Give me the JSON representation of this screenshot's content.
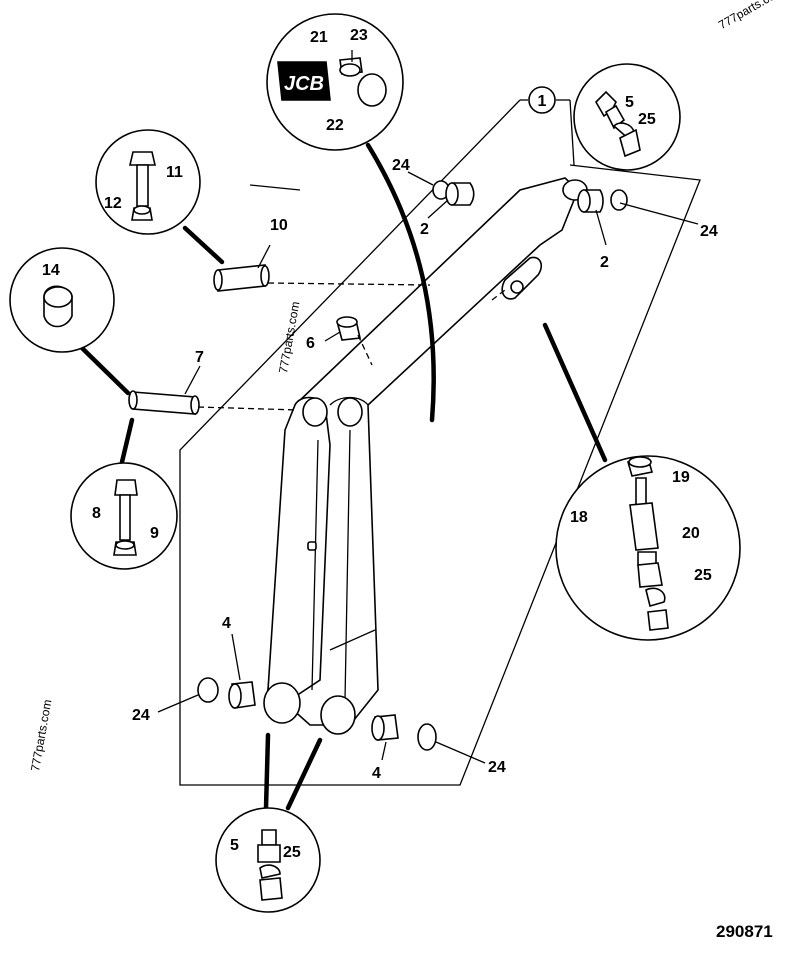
{
  "watermark": "777parts.com",
  "drawing_number": "290871",
  "logo_text": "JCB",
  "callouts": {
    "c1": "1",
    "c2a": "2",
    "c2b": "2",
    "c4a": "4",
    "c4b": "4",
    "c5a": "5",
    "c5b": "5",
    "c6": "6",
    "c7": "7",
    "c8": "8",
    "c9": "9",
    "c10": "10",
    "c11": "11",
    "c12": "12",
    "c14": "14",
    "c18": "18",
    "c19": "19",
    "c20": "20",
    "c21": "21",
    "c22": "22",
    "c23": "23",
    "c24a": "24",
    "c24b": "24",
    "c24c": "24",
    "c24d": "24",
    "c25a": "25",
    "c25b": "25",
    "c25c": "25"
  }
}
